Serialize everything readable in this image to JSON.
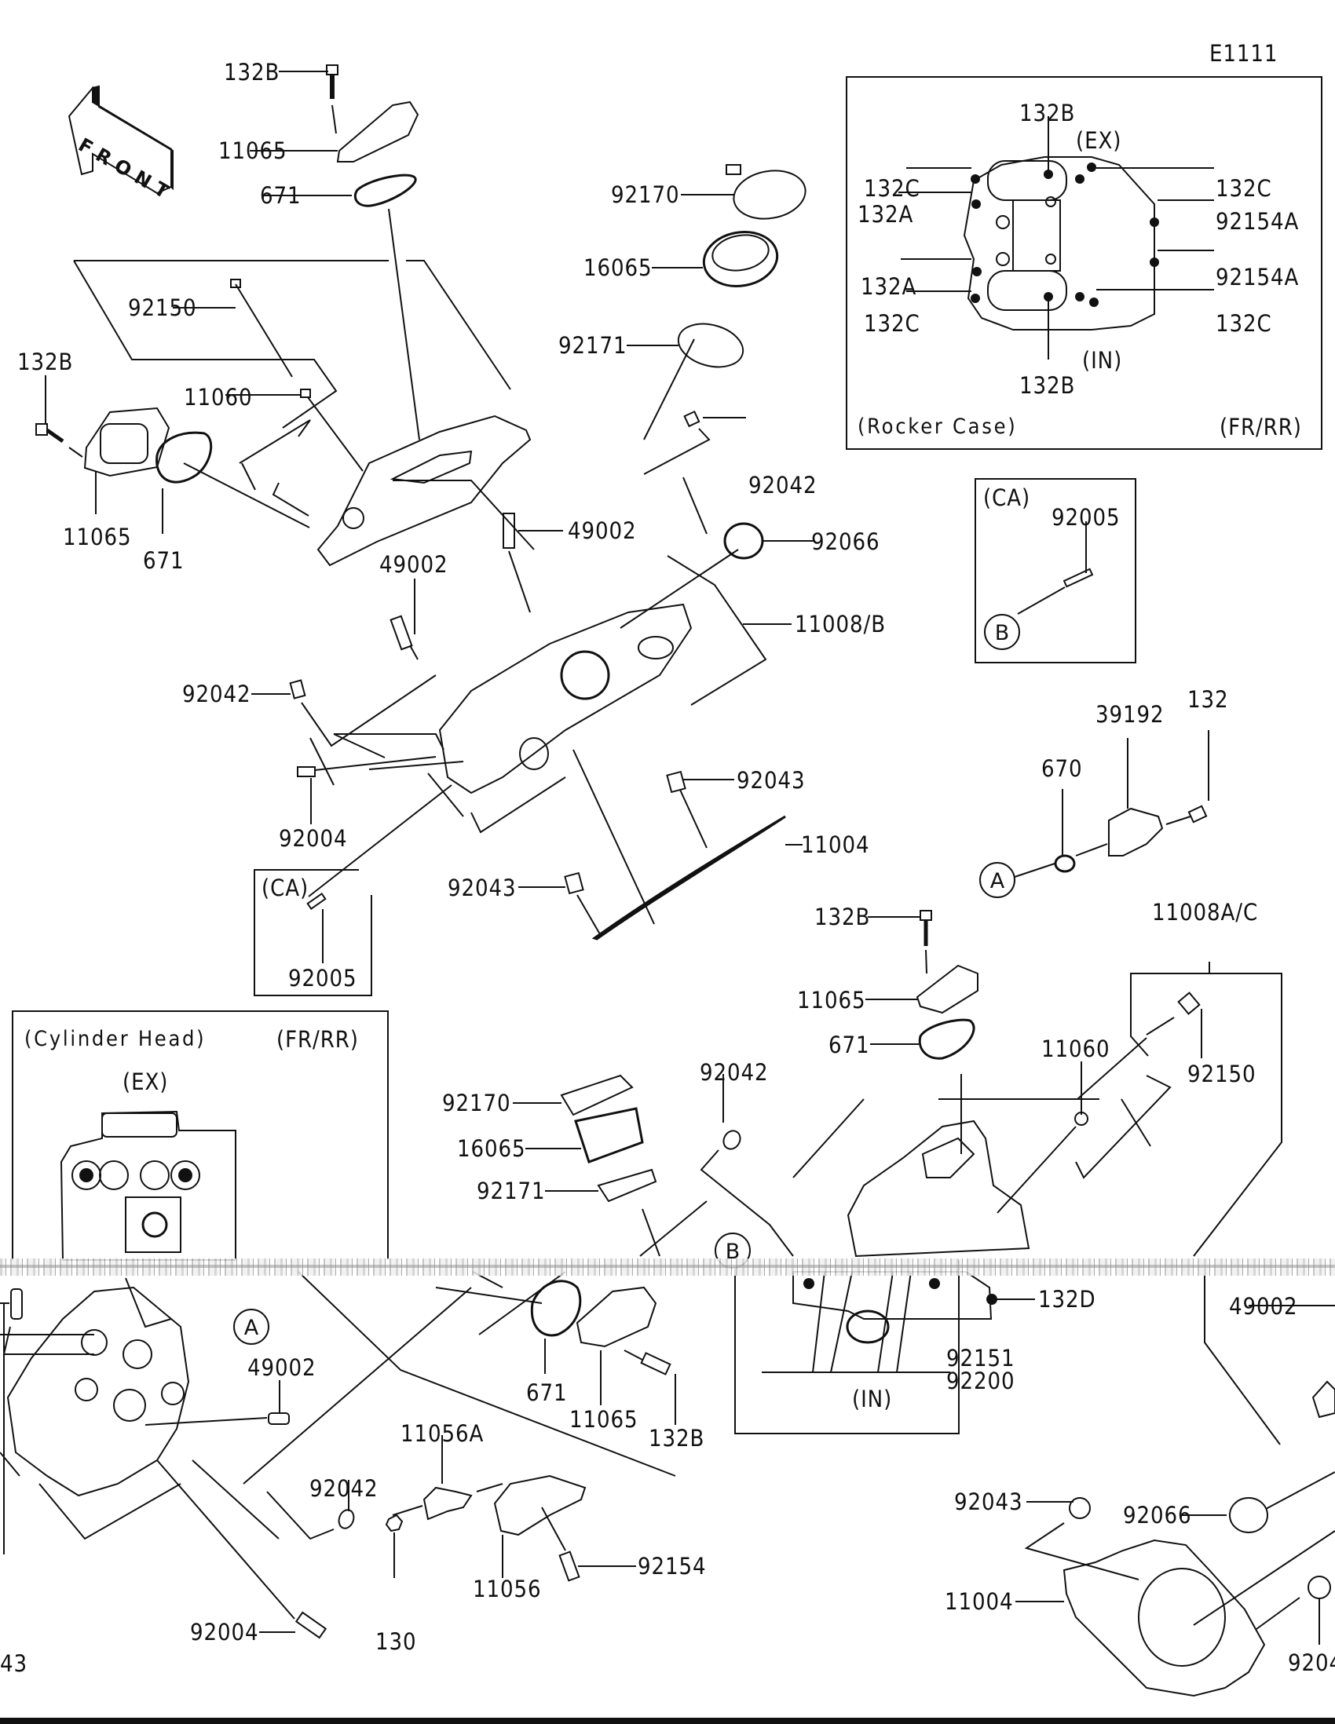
{
  "diagram": {
    "figure_code": "E1111",
    "front_indicator": "FRONT",
    "insets": {
      "rocker_case": {
        "title": "(Rocker Case)",
        "variant": "(FR/RR)",
        "ex_label": "(EX)",
        "in_label": "(IN)",
        "callouts": [
          "132B",
          "132C",
          "132A",
          "132A",
          "132C",
          "132C",
          "92154A",
          "92154A",
          "132C",
          "132B"
        ]
      },
      "ca_upper": {
        "title": "(CA)",
        "part": "92005",
        "ref": "B"
      },
      "ca_lower": {
        "title": "(CA)",
        "part": "92005"
      },
      "cylinder_head": {
        "title": "(Cylinder Head)",
        "variant": "(FR/RR)",
        "ex_label": "(EX)",
        "in_label": "(IN)",
        "callouts": [
          "132D",
          "92151",
          "92200"
        ]
      }
    },
    "callouts": {
      "c132B_top": "132B",
      "c11065_top": "11065",
      "c671_top": "671",
      "c92150_top": "92150",
      "c11060_top": "11060",
      "c132B_left": "132B",
      "c11065_left": "11065",
      "c671_left": "671",
      "c49002_mid": "49002",
      "c92042_left": "92042",
      "c92004_mid": "92004",
      "c92170_top": "92170",
      "c16065_top": "16065",
      "c92171_top": "92171",
      "c92042_top": "92042",
      "c49002_top": "49002",
      "c92066_top": "92066",
      "c11008B": "11008/B",
      "c92043_a": "92043",
      "c11004_a": "11004",
      "c92043_b": "92043",
      "c39192": "39192",
      "c132": "132",
      "c670": "670",
      "refA_upper": "A",
      "c132B_mid": "132B",
      "c11008AC": "11008A/C",
      "c11065_mid": "11065",
      "c671_mid": "671",
      "c11060_mid": "11060",
      "c92150_mid": "92150",
      "c92042_mid": "92042",
      "c92170_low": "92170",
      "c16065_low": "16065",
      "c92171_low": "92171",
      "refB_low": "B",
      "c132D": "132D",
      "c49002_right": "49002",
      "refA_low": "A",
      "c49002_low": "49002",
      "c671_low": "671",
      "c11065_low": "11065",
      "c132B_low": "132B",
      "c11056A": "11056A",
      "c92042_low": "92042",
      "c11056": "11056",
      "c92154": "92154",
      "c92004_low": "92004",
      "c130": "130",
      "c92043_low": "92043",
      "c92066_low": "92066",
      "c11004_low": "11004",
      "c92043_left_trunc": "43",
      "c92043_right_trunc": "9204"
    }
  }
}
